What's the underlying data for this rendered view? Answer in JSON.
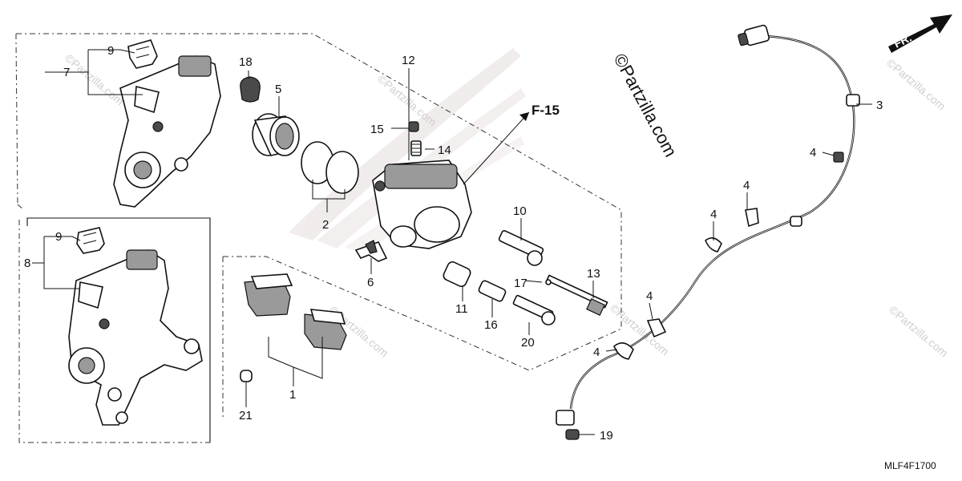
{
  "diagram": {
    "diagram_code": "MLF4F1700",
    "reference": "F-15",
    "direction_label": "FR.",
    "copyright_brand": "©Partzilla.com",
    "watermark_text": "©Partzilla.com",
    "callouts": [
      "1",
      "2",
      "3",
      "4",
      "4",
      "4",
      "4",
      "4",
      "5",
      "6",
      "7",
      "8",
      "9",
      "9",
      "10",
      "11",
      "12",
      "13",
      "14",
      "15",
      "16",
      "17",
      "18",
      "19",
      "20",
      "21"
    ]
  }
}
